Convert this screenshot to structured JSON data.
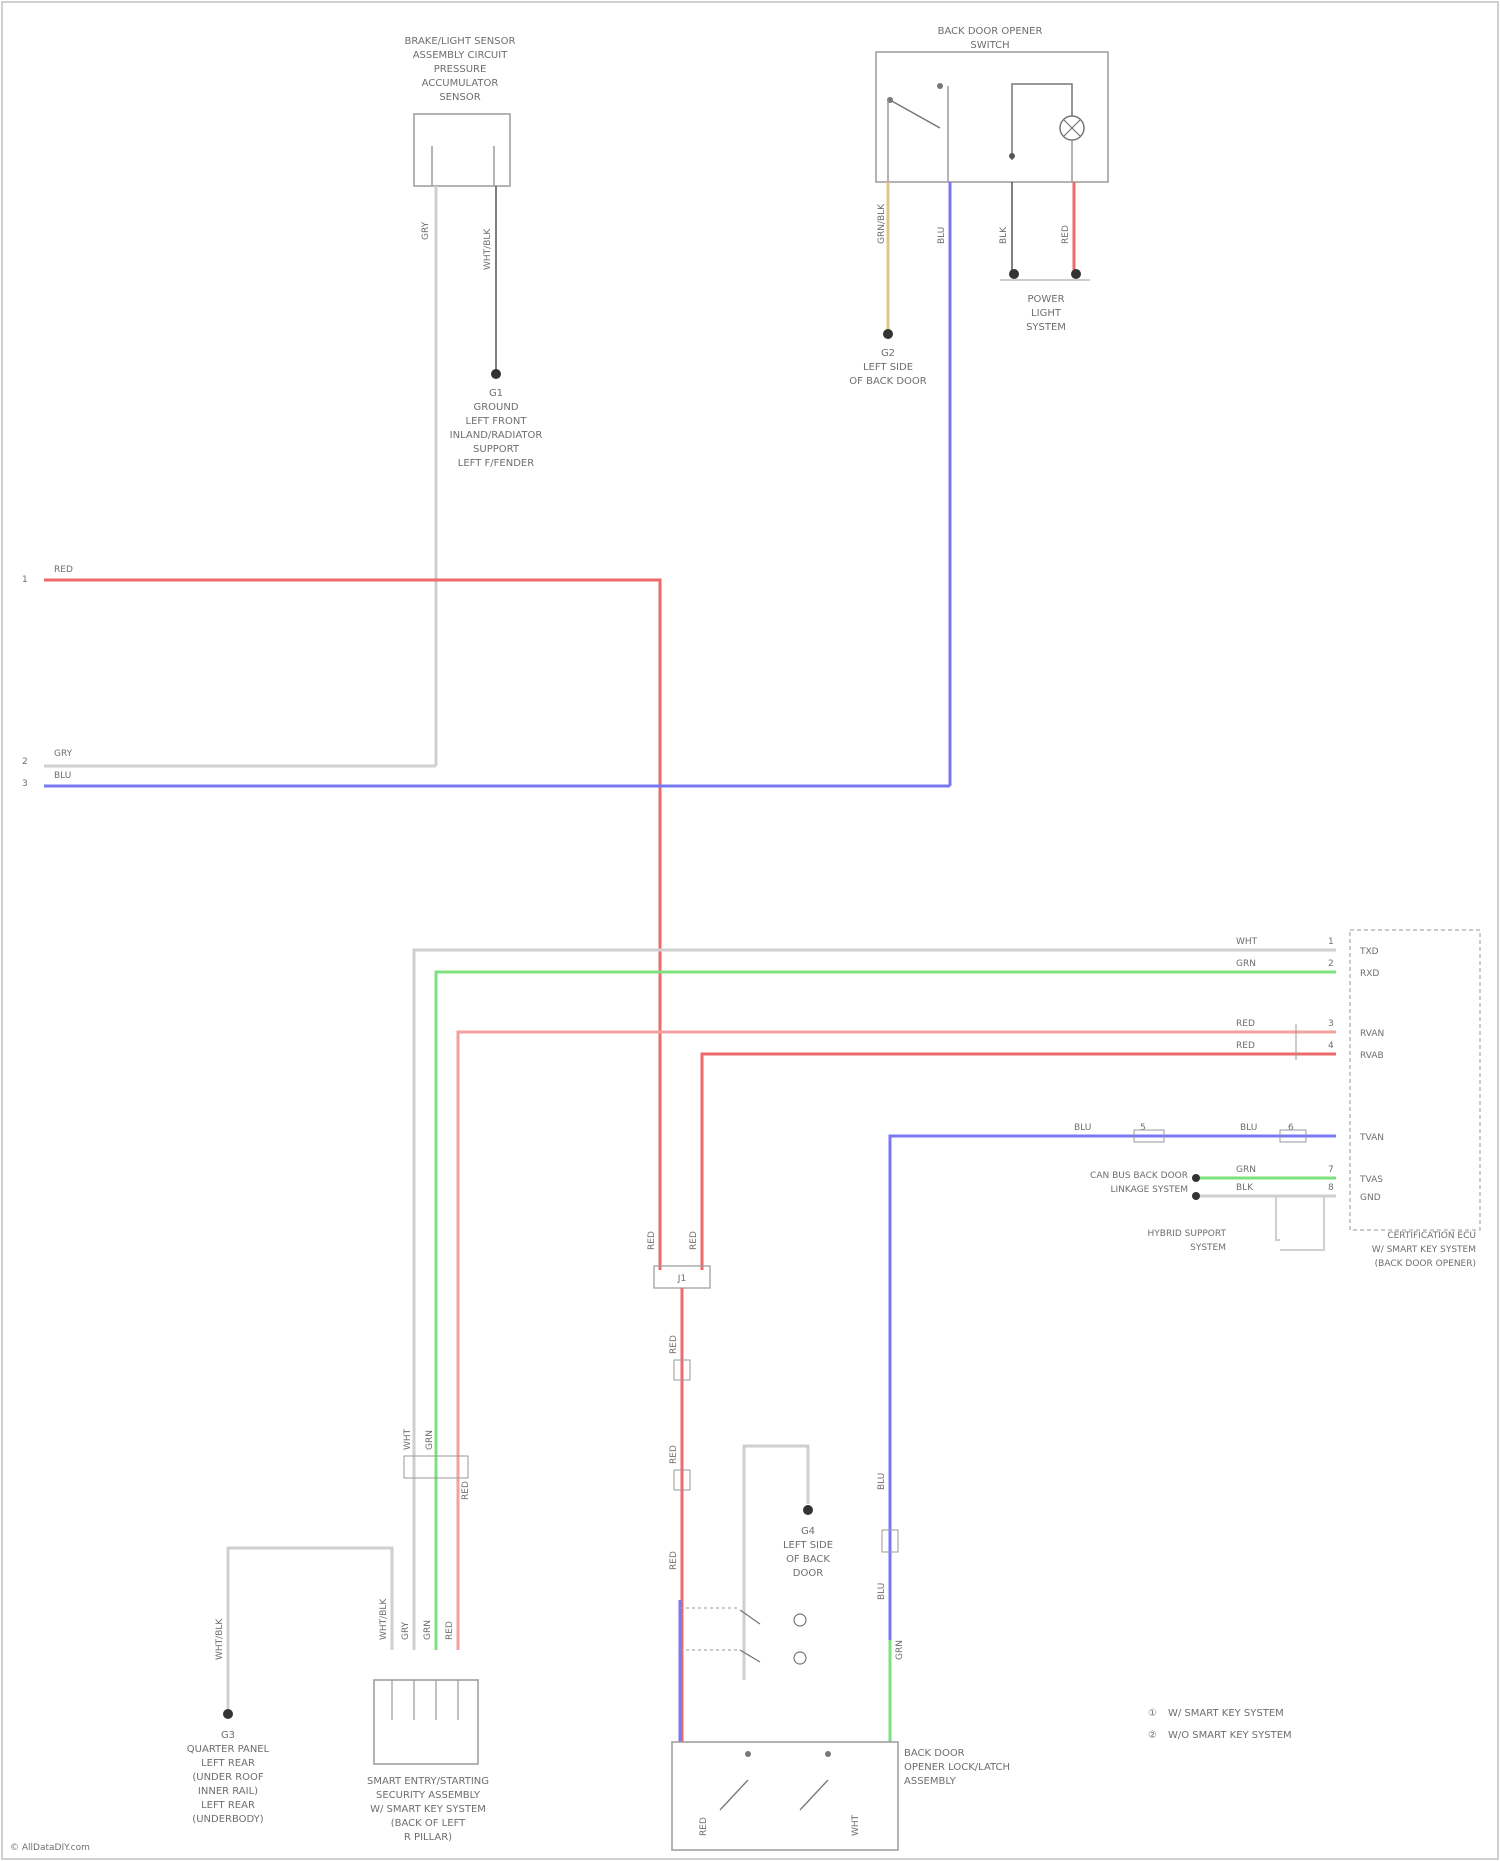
{
  "components": {
    "top_left_sensor": {
      "name_lines": [
        "BRAKE/LIGHT SENSOR",
        "ASSEMBLY CIRCUIT",
        "PRESSURE",
        "ACCUMULATOR",
        "SENSOR"
      ],
      "wire_left": "GRY",
      "wire_right": "WHT/BLK",
      "ground_lines": [
        "G1",
        "GROUND",
        "LEFT FRONT",
        "INLAND/RADIATOR",
        "SUPPORT",
        "LEFT F/FENDER"
      ]
    },
    "top_right_switch": {
      "name_lines": [
        "BACK DOOR OPENER",
        "SWITCH"
      ],
      "wire_a": "GRN/BLK",
      "wire_b": "BLU",
      "wire_c": "BLK",
      "wire_d": "RED",
      "ground_lines": [
        "G2",
        "LEFT SIDE",
        "OF BACK DOOR"
      ],
      "splice_lines": [
        "POWER",
        "LIGHT",
        "SYSTEM"
      ]
    },
    "left_harness": {
      "pins": [
        "1",
        "2",
        "3"
      ],
      "wires": [
        "RED",
        "GRY",
        "BLU"
      ]
    },
    "right_module": {
      "pin_labels": [
        "TXD",
        "RXD",
        "RVAN",
        "RVAB",
        "TVAN",
        "TVAS",
        "GND"
      ],
      "wires": [
        "WHT",
        "GRN",
        "RED",
        "RED",
        "BLU",
        "BLU",
        "GRN",
        "BLK"
      ],
      "connectors": [
        "1",
        "2",
        "3",
        "4",
        "5",
        "6",
        "7",
        "8"
      ],
      "side_labels": [
        "CAN BUS BACK DOOR",
        "LINKAGE SYSTEM",
        "HYBRID SUPPORT",
        "SYSTEM"
      ],
      "name_lines": [
        "CERTIFICATION ECU",
        "W/ SMART KEY SYSTEM",
        "(BACK DOOR OPENER)"
      ]
    },
    "center_splice": {
      "wire_left": "RED",
      "wire_right": "RED",
      "code": "J1"
    },
    "center_wires": {
      "upper": [
        "WHT",
        "RED",
        "RED",
        "GRN",
        "BLU",
        "WHT"
      ],
      "mid": [
        "RED",
        "RED",
        "BLU"
      ],
      "low": [
        "RED",
        "GRN",
        "BLU"
      ]
    },
    "bottom_left_ground": {
      "wire": "WHT/BLK",
      "lines": [
        "G3",
        "QUARTER PANEL",
        "LEFT REAR",
        "(UNDER ROOF",
        "INNER RAIL)",
        "LEFT REAR",
        "(UNDERBODY)"
      ]
    },
    "bottom_center_unit": {
      "wire_labels": [
        "WHT/BLK",
        "GRY",
        "GRN",
        "RED"
      ],
      "name_lines": [
        "SMART ENTRY/STARTING",
        "SECURITY ASSEMBLY",
        "W/ SMART KEY SYSTEM",
        "(BACK OF LEFT",
        "R PILLAR)"
      ]
    },
    "bottom_switch": {
      "ground_lines": [
        "G4",
        "LEFT SIDE",
        "OF BACK",
        "DOOR"
      ],
      "wire_labels": [
        "RED",
        "RED",
        "RED",
        "BLU",
        "BLU",
        "GRN",
        "WHT"
      ],
      "name_lines": [
        "BACK DOOR",
        "OPENER LOCK/LATCH",
        "ASSEMBLY"
      ]
    },
    "legend": [
      {
        "marker": "①",
        "text": "W/ SMART KEY SYSTEM"
      },
      {
        "marker": "②",
        "text": "W/O SMART KEY SYSTEM"
      }
    ],
    "footer": "© AllDataDIY.com"
  }
}
